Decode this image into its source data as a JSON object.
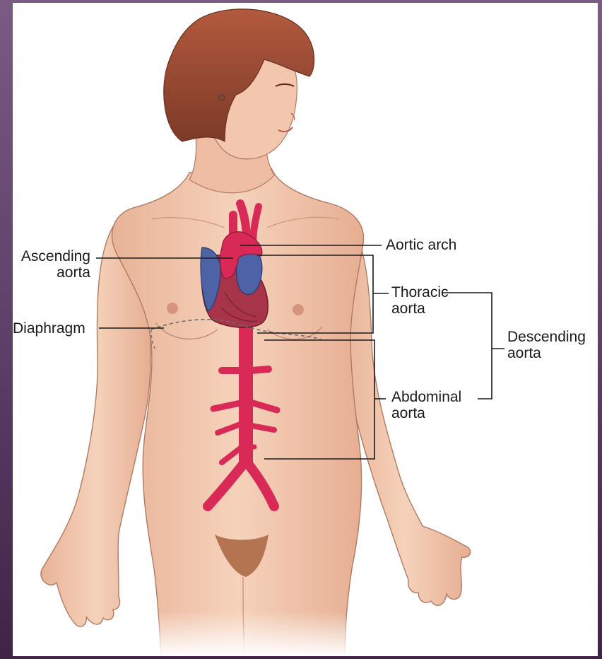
{
  "figure": {
    "labels": {
      "ascending": {
        "line1": "Ascending",
        "line2": "aorta"
      },
      "aortic_arch": "Aortic arch",
      "thoracic": {
        "line1": "Thoracic",
        "line2": "aorta"
      },
      "descending": {
        "line1": "Descending",
        "line2": "aorta"
      },
      "diaphragm": "Diaphragm",
      "abdominal": {
        "line1": "Abdominal",
        "line2": "aorta"
      }
    },
    "colors": {
      "frame_top": "#7b5a83",
      "frame_bottom": "#3e2447",
      "skin": "#f0c6ad",
      "skin_shadow": "#d99f84",
      "hair": "#9b4c35",
      "artery": "#d92a57",
      "vein": "#4d63a6",
      "heart_muscle": "#a8344a",
      "leader_line": "#1a1a1a"
    }
  }
}
